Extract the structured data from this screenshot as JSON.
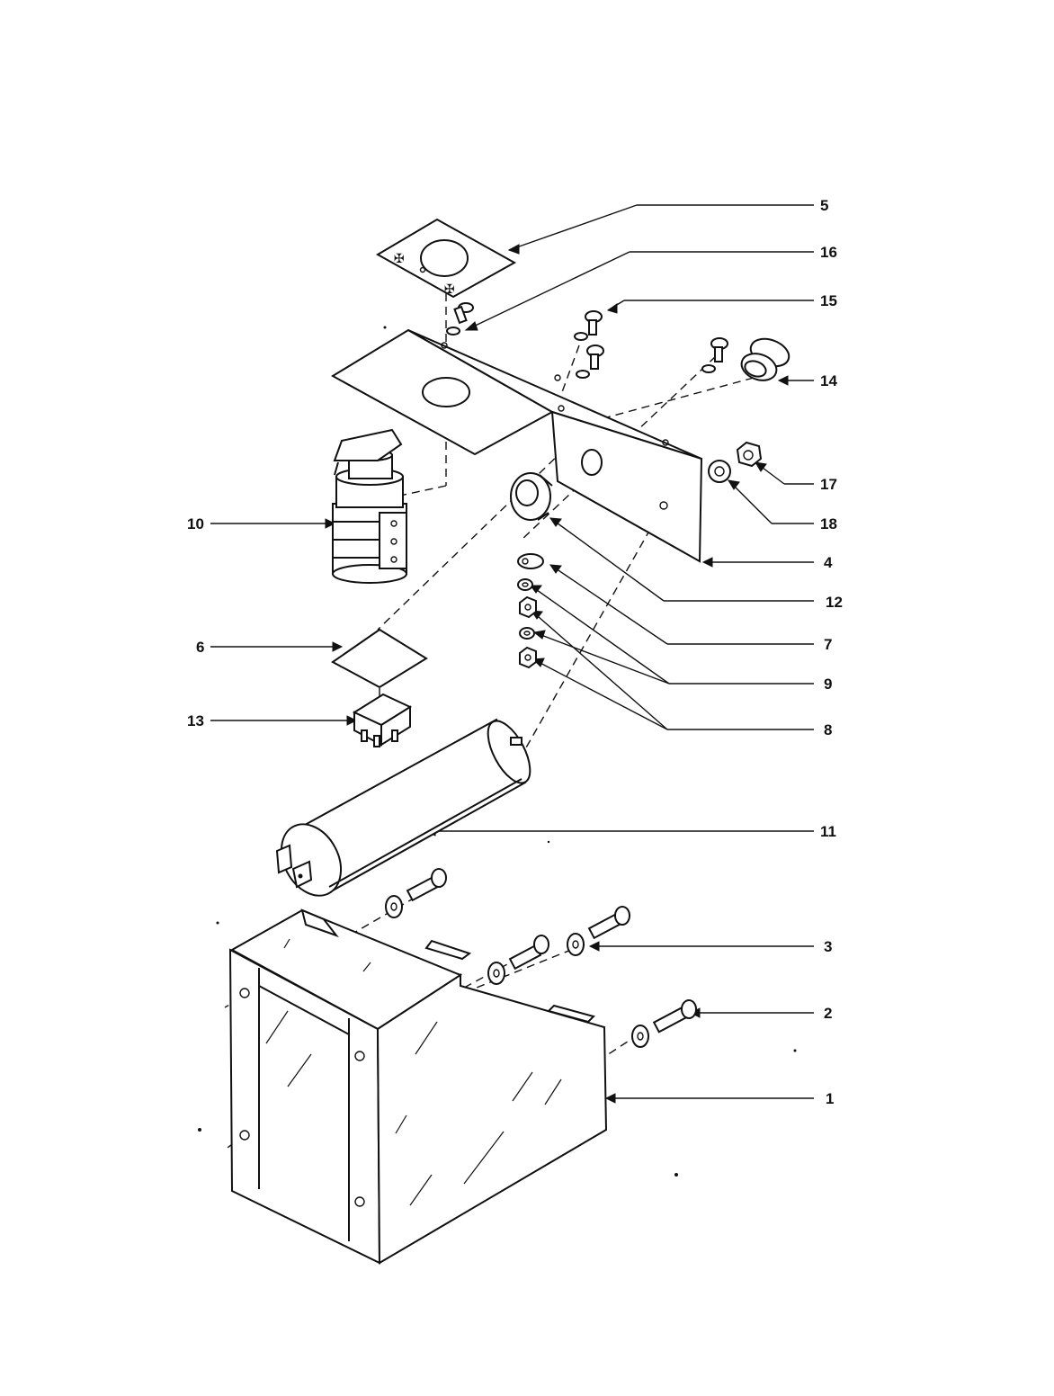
{
  "callouts": [
    {
      "id": "5",
      "label": "5"
    },
    {
      "id": "16",
      "label": "16"
    },
    {
      "id": "15",
      "label": "15"
    },
    {
      "id": "14",
      "label": "14"
    },
    {
      "id": "17",
      "label": "17"
    },
    {
      "id": "18",
      "label": "18"
    },
    {
      "id": "4",
      "label": "4"
    },
    {
      "id": "10",
      "label": "10"
    },
    {
      "id": "12",
      "label": "12"
    },
    {
      "id": "7",
      "label": "7"
    },
    {
      "id": "6",
      "label": "6"
    },
    {
      "id": "9",
      "label": "9"
    },
    {
      "id": "13",
      "label": "13"
    },
    {
      "id": "8",
      "label": "8"
    },
    {
      "id": "11",
      "label": "11"
    },
    {
      "id": "3",
      "label": "3"
    },
    {
      "id": "2",
      "label": "2"
    },
    {
      "id": "1",
      "label": "1"
    }
  ]
}
